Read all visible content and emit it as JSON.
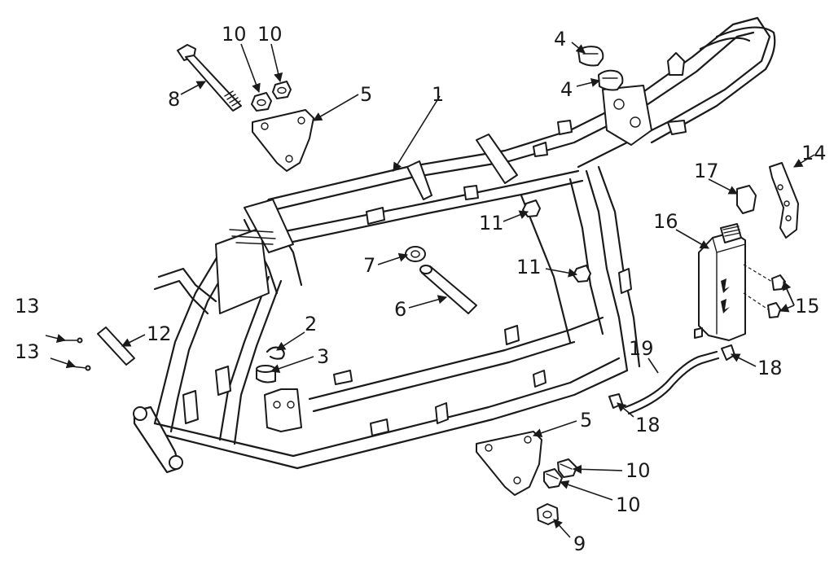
{
  "labels": {
    "l1": "1",
    "l2": "2",
    "l3": "3",
    "l4a": "4",
    "l4b": "4",
    "l5a": "5",
    "l5b": "5",
    "l6": "6",
    "l7": "7",
    "l8": "8",
    "l9": "9",
    "l10a": "10",
    "l10b": "10",
    "l10c": "10",
    "l10d": "10",
    "l11a": "11",
    "l11b": "11",
    "l12": "12",
    "l13a": "13",
    "l13b": "13",
    "l14": "14",
    "l15": "15",
    "l16": "16",
    "l17": "17",
    "l18a": "18",
    "l18b": "18",
    "l19": "19"
  },
  "colors": {
    "ink": "#1a1a1a",
    "paper": "#ffffff"
  }
}
